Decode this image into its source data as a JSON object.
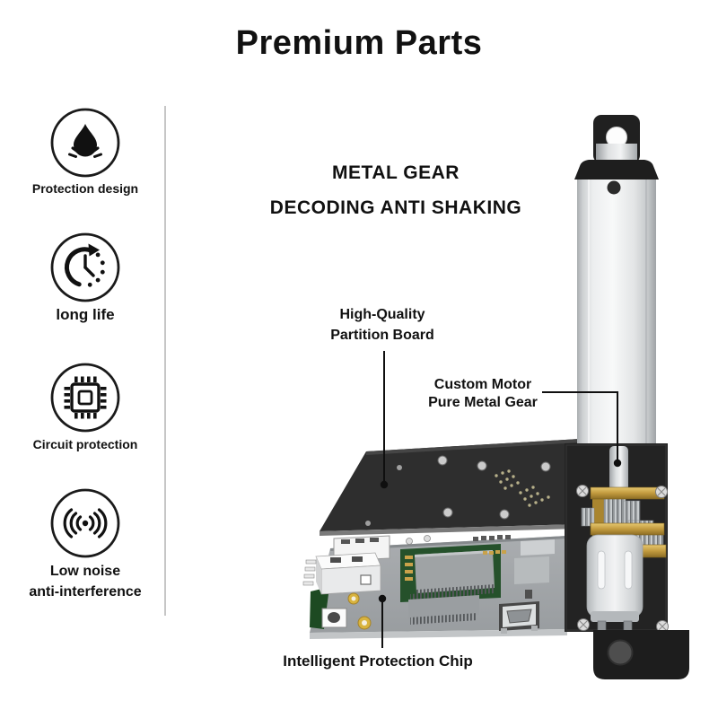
{
  "title": "Premium Parts",
  "features": [
    {
      "icon": "water-drop-icon",
      "label": "Protection design"
    },
    {
      "icon": "clock-icon",
      "label": "long life"
    },
    {
      "icon": "chip-icon",
      "label": "Circuit protection"
    },
    {
      "icon": "sound-waves-icon",
      "label": "Low noise",
      "label2": "anti-interference"
    }
  ],
  "headline": {
    "line1": "METAL GEAR",
    "line2": "DECODING ANTI SHAKING"
  },
  "callouts": {
    "partition_board": {
      "line1": "High-Quality",
      "line2": "Partition Board"
    },
    "motor_gear": {
      "line1": "Custom Motor",
      "line2": "Pure Metal Gear"
    },
    "protection_chip": {
      "label": "Intelligent Protection Chip"
    }
  },
  "colors": {
    "text": "#111111",
    "annotation_line": "#111111",
    "divider": "#c6c6c6",
    "housing_black": "#222222",
    "metal_silver": "#e8eaeb",
    "brass": "#c19a3e",
    "pcb_gray": "#a2a6a9",
    "pcb_green": "#2a5230"
  }
}
